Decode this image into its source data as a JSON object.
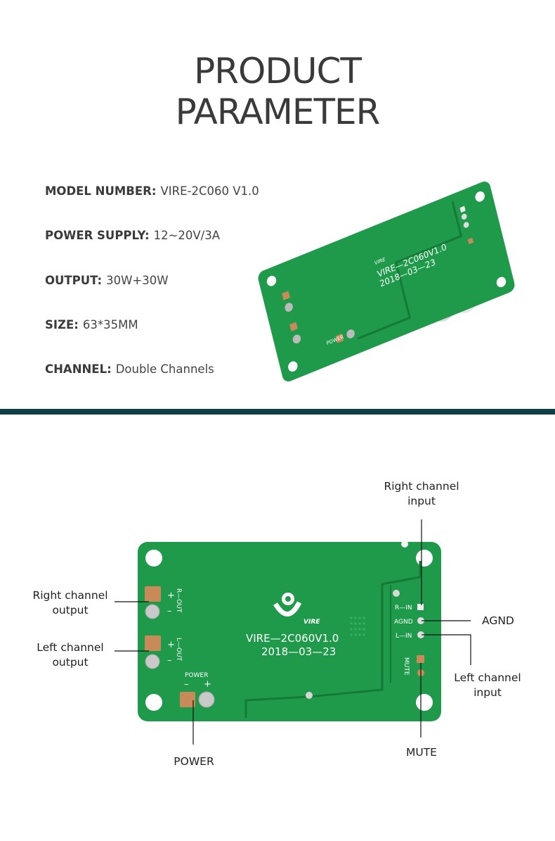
{
  "header": {
    "title_line1": "PRODUCT",
    "title_line2": "PARAMETER"
  },
  "specs": [
    {
      "label": "MODEL NUMBER:",
      "value": "VIRE-2C060 V1.0"
    },
    {
      "label": "POWER SUPPLY:",
      "value": "12~20V/3A"
    },
    {
      "label": "OUTPUT:",
      "value": "30W+30W"
    },
    {
      "label": "SIZE:",
      "value": "63*35MM"
    },
    {
      "label": "CHANNEL:",
      "value": "Double Channels"
    }
  ],
  "board": {
    "brand": "VIRE",
    "model_silk": "VIRE—2C060V1.0",
    "date_silk": "2018—03—23",
    "silk_r_in": "R—IN",
    "silk_agnd": "AGND",
    "silk_l_in": "L—IN",
    "silk_mute": "MUTE",
    "silk_r_out": "R—OUT",
    "silk_l_out": "L—OUT",
    "silk_power": "POWER",
    "silk_plus": "+",
    "silk_minus": "–",
    "pcb_color": "#1f9a4a"
  },
  "callouts": {
    "right_channel_input": [
      "Right channel",
      "input"
    ],
    "agnd": "AGND",
    "left_channel_input": [
      "Left channel",
      "input"
    ],
    "mute": "MUTE",
    "right_channel_output": [
      "Right channel",
      "output"
    ],
    "left_channel_output": [
      "Left channel",
      "output"
    ],
    "power": "POWER"
  },
  "colors": {
    "divider": "#0e3e47",
    "pcb": "#1f9a4a",
    "text": "#333333"
  }
}
